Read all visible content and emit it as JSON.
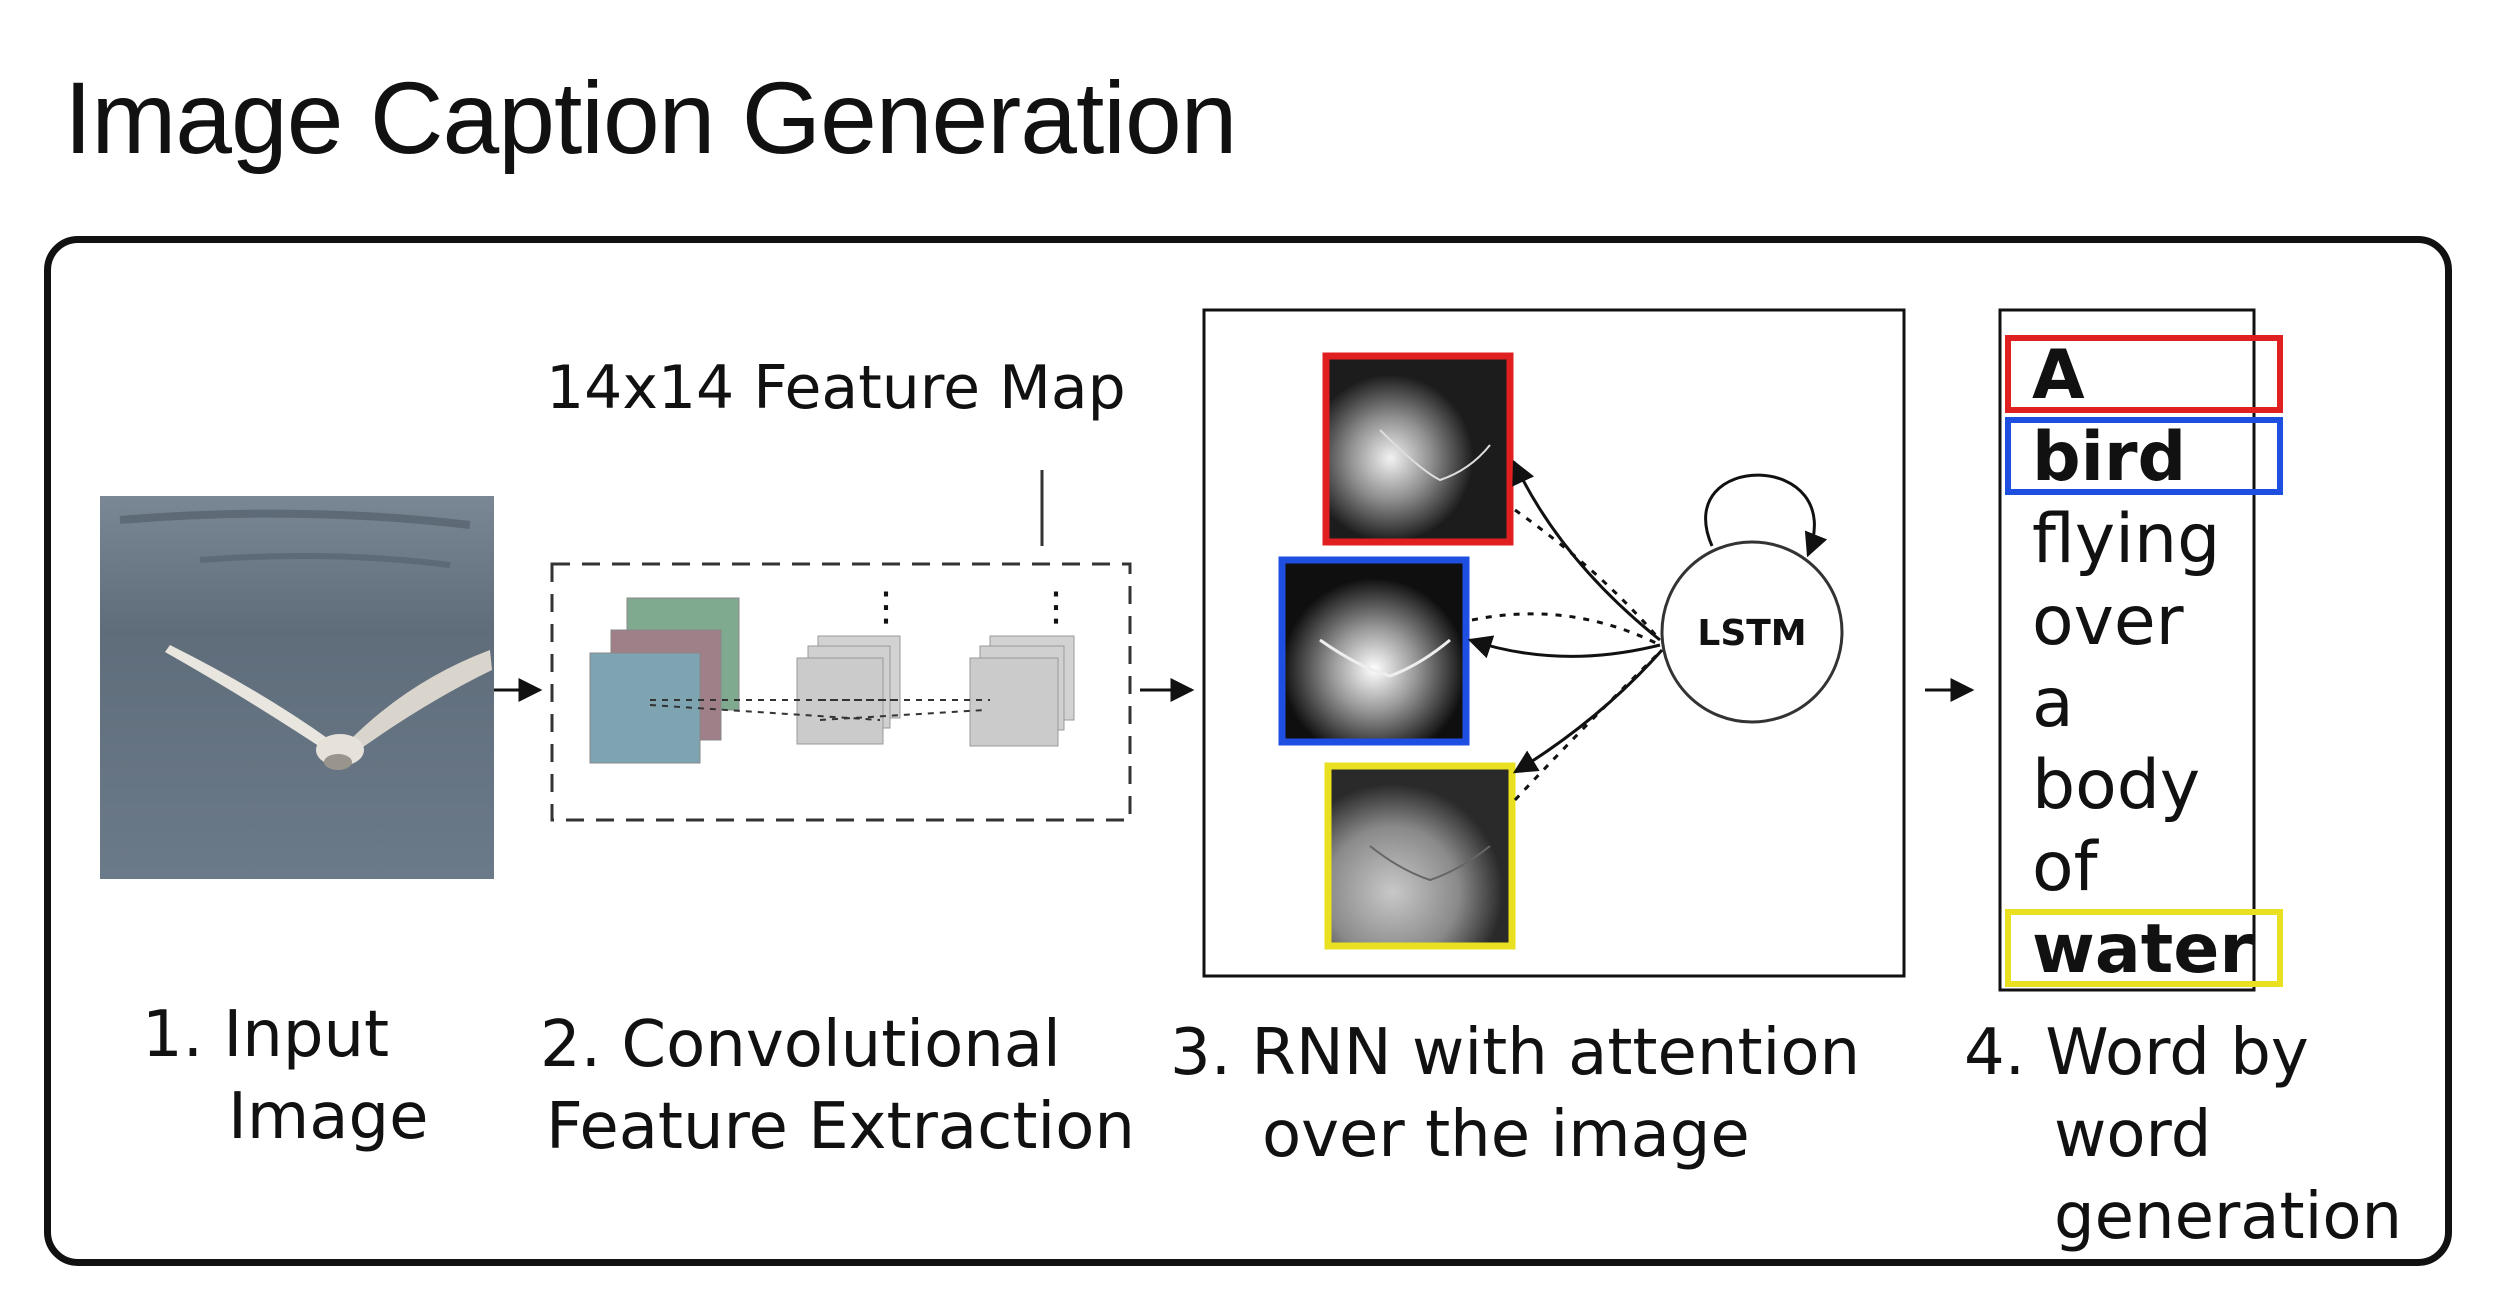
{
  "title": "Image Caption Generation",
  "feature_map_label": "14x14 Feature Map",
  "lstm_label": "LSTM",
  "caption_words": [
    "A",
    "bird",
    "flying",
    "over",
    "a",
    "body",
    "of",
    "water"
  ],
  "highlighted_words": [
    {
      "index": 0,
      "color": "#e02020"
    },
    {
      "index": 1,
      "color": "#1e4fe0"
    },
    {
      "index": 7,
      "color": "#e8e020"
    }
  ],
  "steps": [
    {
      "line1": "1. Input",
      "line2": "Image",
      "line3": ""
    },
    {
      "line1": "2. Convolutional",
      "line2": "Feature Extraction",
      "line3": ""
    },
    {
      "line1": "3. RNN with attention",
      "line2": "over the image",
      "line3": ""
    },
    {
      "line1": "4. Word by",
      "line2": "word",
      "line3": "generation"
    }
  ],
  "attention_colors": [
    "#e02020",
    "#1e4fe0",
    "#e8e020"
  ]
}
